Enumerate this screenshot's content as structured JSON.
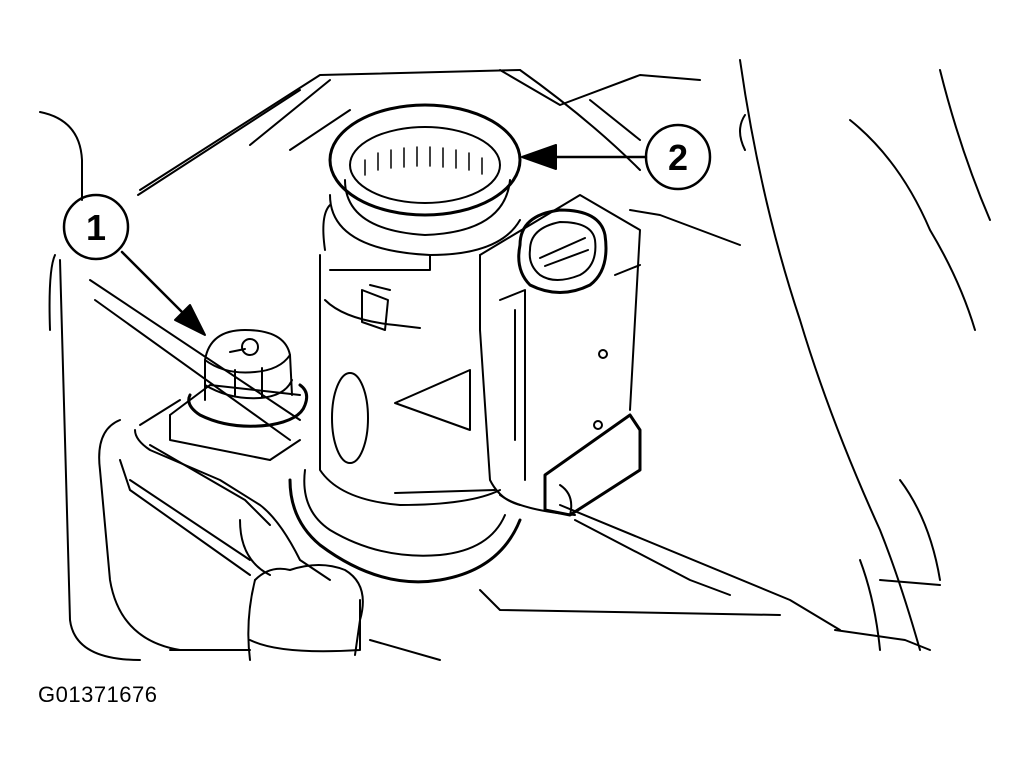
{
  "diagram": {
    "figure_id": "G01371676",
    "callouts": [
      {
        "number": "1"
      },
      {
        "number": "2"
      }
    ]
  }
}
